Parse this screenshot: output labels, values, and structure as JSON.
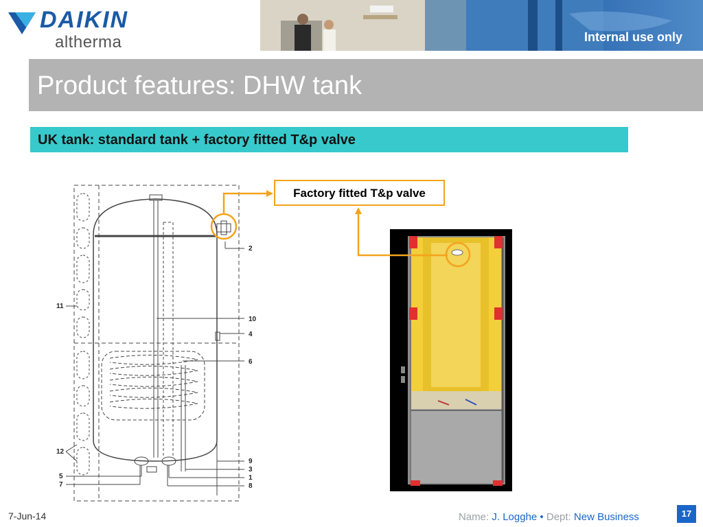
{
  "brand": {
    "name": "DAIKIN",
    "product": "altherma",
    "accent": "#1a5aa6"
  },
  "header": {
    "classification": "Internal use only"
  },
  "slide": {
    "title": "Product features: DHW tank",
    "subtitle": "UK tank: standard tank + factory fitted T&p valve",
    "callout": "Factory fitted T&p valve",
    "highlight_color": "#f4a31b",
    "subtitle_bar_color": "#37c9cb",
    "title_bar_color": "#b3b3b3"
  },
  "diagram": {
    "labels": [
      "2",
      "10",
      "4",
      "6",
      "9",
      "3",
      "1",
      "8",
      "11",
      "12",
      "5",
      "7"
    ]
  },
  "footer": {
    "date": "7-Jun-14",
    "name_label": "Name:",
    "name_value": "J. Logghe",
    "separator": "•",
    "dept_label": "Dept:",
    "dept_value": "New Business",
    "page": "17"
  }
}
